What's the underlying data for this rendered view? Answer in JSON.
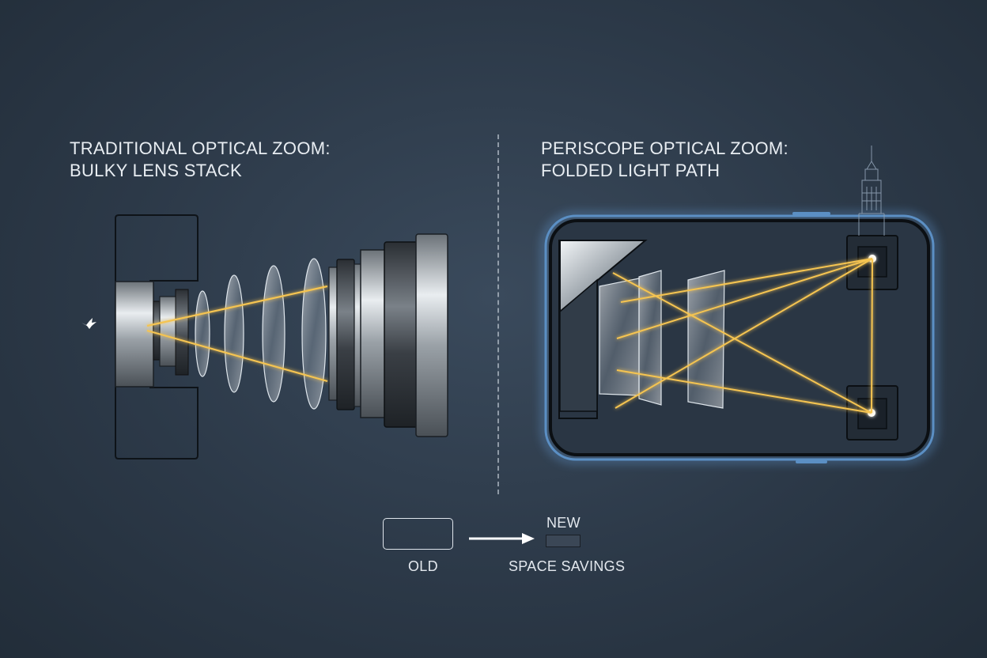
{
  "left_panel": {
    "title_line1": "TRADITIONAL OPTICAL ZOOM:",
    "title_line2": "BULKY LENS STACK"
  },
  "right_panel": {
    "title_line1": "PERISCOPE OPTICAL ZOOM:",
    "title_line2": "FOLDED LIGHT PATH"
  },
  "legend": {
    "old_label": "OLD",
    "new_label": "NEW",
    "caption": "SPACE SAVINGS"
  },
  "colors": {
    "background": "#2f3b4a",
    "light_ray": "#f5c451",
    "phone_glow": "#6aa8e8",
    "line": "#dfe5ec"
  },
  "icons": {
    "bird": "bird-icon",
    "building": "skyscraper-icon",
    "arrow": "arrow-right-icon"
  }
}
